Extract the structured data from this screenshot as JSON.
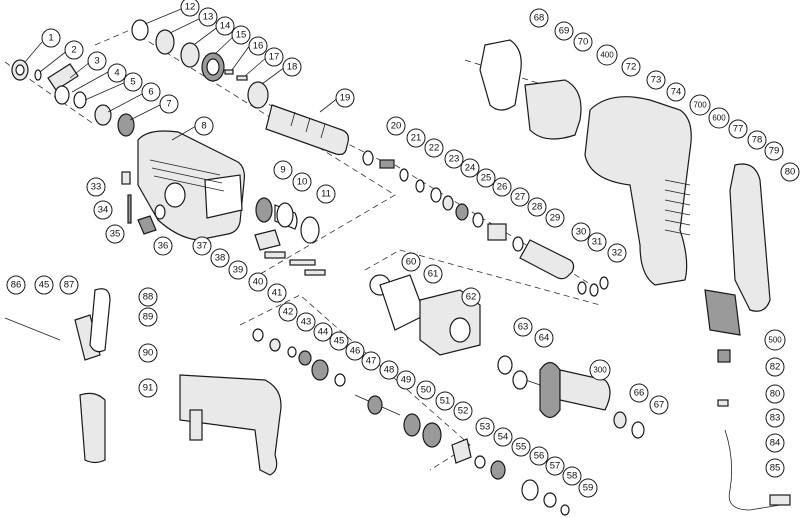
{
  "diagram": {
    "type": "exploded-parts-diagram",
    "part_numbers": [
      "1",
      "2",
      "3",
      "4",
      "5",
      "6",
      "7",
      "8",
      "9",
      "10",
      "11",
      "12",
      "13",
      "14",
      "15",
      "16",
      "17",
      "18",
      "19",
      "20",
      "21",
      "22",
      "23",
      "24",
      "25",
      "26",
      "27",
      "28",
      "29",
      "30",
      "31",
      "32",
      "33",
      "34",
      "35",
      "36",
      "37",
      "38",
      "39",
      "40",
      "41",
      "42",
      "43",
      "44",
      "45",
      "46",
      "47",
      "48",
      "49",
      "50",
      "51",
      "52",
      "53",
      "54",
      "55",
      "56",
      "57",
      "58",
      "59",
      "60",
      "61",
      "62",
      "63",
      "64",
      "66",
      "67",
      "68",
      "69",
      "70",
      "72",
      "73",
      "74",
      "77",
      "78",
      "79",
      "80",
      "82",
      "83",
      "84",
      "85",
      "86",
      "87",
      "88",
      "89",
      "90",
      "91",
      "300",
      "400",
      "500",
      "600",
      "700"
    ]
  },
  "callouts": {
    "c1": "1",
    "c2": "2",
    "c3": "3",
    "c4": "4",
    "c5": "5",
    "c6": "6",
    "c7": "7",
    "c8": "8",
    "c9": "9",
    "c10": "10",
    "c11": "11",
    "c12": "12",
    "c13": "13",
    "c14": "14",
    "c15": "15",
    "c16": "16",
    "c17": "17",
    "c18": "18",
    "c19": "19",
    "c20": "20",
    "c21": "21",
    "c22": "22",
    "c23": "23",
    "c24": "24",
    "c25": "25",
    "c26": "26",
    "c27": "27",
    "c28": "28",
    "c29": "29",
    "c30": "30",
    "c31": "31",
    "c32": "32",
    "c33": "33",
    "c34": "34",
    "c35": "35",
    "c36": "36",
    "c37": "37",
    "c38": "38",
    "c39": "39",
    "c40": "40",
    "c41": "41",
    "c42": "42",
    "c43": "43",
    "c44": "44",
    "c45a": "45",
    "c45b": "45",
    "c46": "46",
    "c47": "47",
    "c48": "48",
    "c49": "49",
    "c50": "50",
    "c51": "51",
    "c52": "52",
    "c53": "53",
    "c54": "54",
    "c55": "55",
    "c56": "56",
    "c57": "57",
    "c58": "58",
    "c59": "59",
    "c60": "60",
    "c61": "61",
    "c62": "62",
    "c63": "63",
    "c64": "64",
    "c66": "66",
    "c67": "67",
    "c68": "68",
    "c69": "69",
    "c70": "70",
    "c72": "72",
    "c73": "73",
    "c74": "74",
    "c77": "77",
    "c78": "78",
    "c79": "79",
    "c80a": "80",
    "c80b": "80",
    "c82": "82",
    "c83": "83",
    "c84": "84",
    "c85": "85",
    "c86": "86",
    "c87": "87",
    "c88": "88",
    "c89": "89",
    "c90": "90",
    "c91": "91",
    "c300": "300",
    "c400": "400",
    "c500": "500",
    "c600": "600",
    "c700": "700"
  }
}
